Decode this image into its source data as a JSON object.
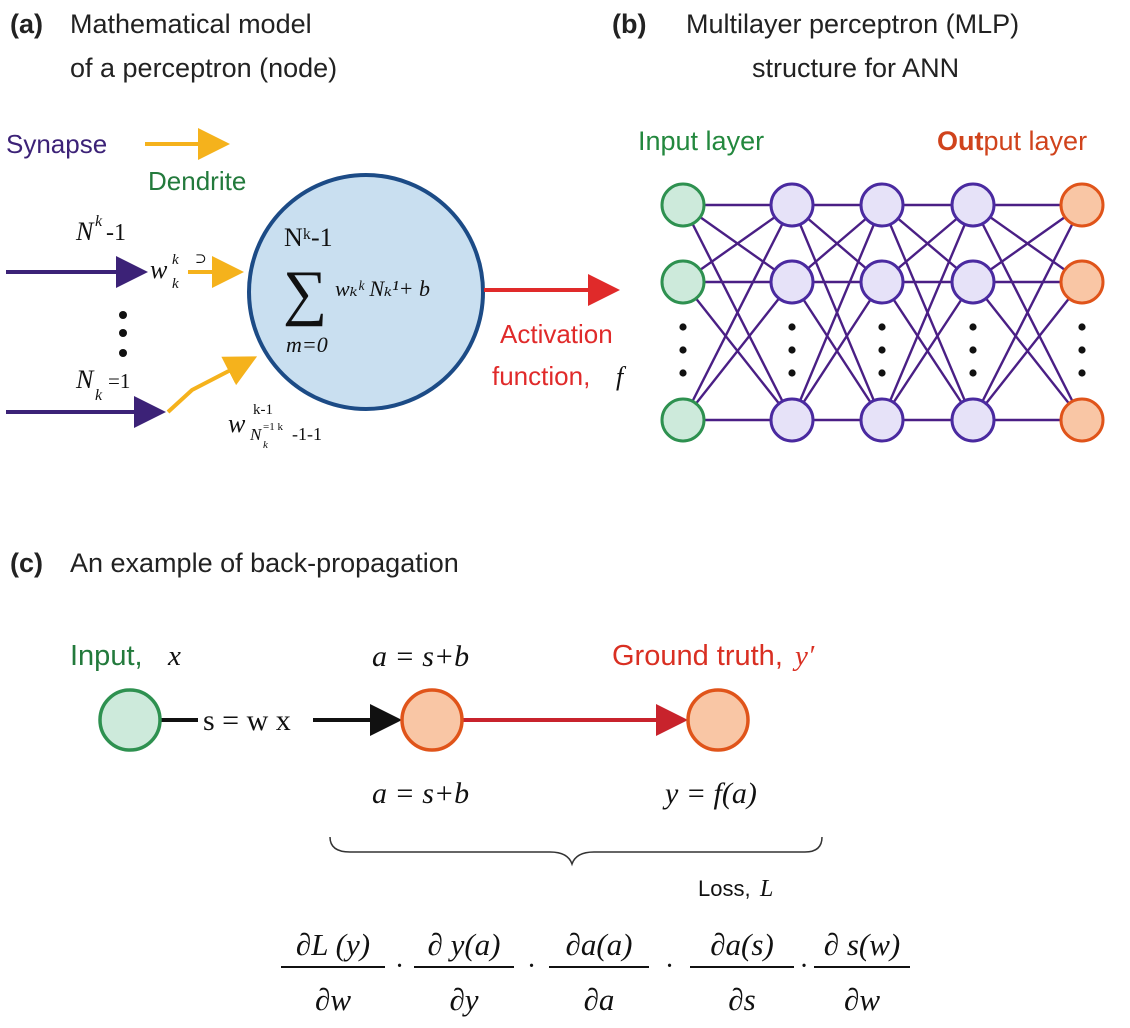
{
  "colors": {
    "synapse": "#3c2277",
    "dendrite_arrow": "#f5b21c",
    "dendrite_label": "#237a3c",
    "neuron_fill": "#c9dff0",
    "neuron_stroke": "#1c4b86",
    "activation": "#e02a2a",
    "mlp_edge": "#4a1f85",
    "input_fill": "#cdeadb",
    "input_stroke": "#2e9150",
    "hidden_fill": "#e6e2f8",
    "hidden_stroke": "#4a2aa0",
    "output_fill": "#f9c6a5",
    "output_stroke": "#e0541a",
    "input_layer_label": "#23883e",
    "output_layer_label": "#d0431c",
    "ground_truth": "#d92f22"
  },
  "panel_a": {
    "tag": "(a)",
    "title_line1": "Mathematical  model",
    "title_line2": "of a perceptron (node)",
    "synapse_label": "Synapse",
    "dendrite_label": "Dendrite",
    "input_top": {
      "base": "N",
      "sup": "k",
      "tail": "-1"
    },
    "input_bottom": {
      "base": "N",
      "sub": "k",
      "tail": "=1"
    },
    "weight_top": {
      "base": "w",
      "sub": "k",
      "sup": "k",
      "tail": "⊃"
    },
    "weight_bottom": {
      "base": "w",
      "sup": "k-1",
      "sub": "N",
      "subsub": "k",
      "subsup": "=1 k",
      "tail": "-1-1"
    },
    "sum_upper": "Nᵏ-1",
    "sum_symbol": "∑",
    "sum_lower": "m=0",
    "sum_body": "wₖᵏ Nₖ¹+ b",
    "activation_line1": "Activation",
    "activation_line2": "function,",
    "activation_symbol": "f"
  },
  "panel_b": {
    "tag": "(b)",
    "title_line1": "Multilayer perceptron (MLP)",
    "title_line2": "structure for ANN",
    "input_layer_label": "Input layer",
    "output_layer_label_prefix": "Out",
    "output_layer_label_suffix": "put layer"
  },
  "panel_c": {
    "tag": "(c)",
    "title": "An example of back-propagation",
    "input_label": "Input,",
    "input_symbol": "x",
    "edge_label": "s = w x",
    "node2_top_label": "a = s+b",
    "node2_bottom_label": "a = s+b",
    "ground_truth_label": "Ground truth,",
    "ground_truth_symbol": "y′",
    "node3_bottom_label": "y = f(a)",
    "loss_label": "Loss,",
    "loss_symbol": "L",
    "chain_rule": [
      {
        "num": "∂L (y)",
        "den": "∂w"
      },
      {
        "num": "∂ y(a)",
        "den": "∂y"
      },
      {
        "num": "∂a(a)",
        "den": "∂a"
      },
      {
        "num": "∂a(s)",
        "den": "∂s"
      },
      {
        "num": "∂ s(w)",
        "den": "∂w"
      }
    ],
    "dot": "·"
  }
}
